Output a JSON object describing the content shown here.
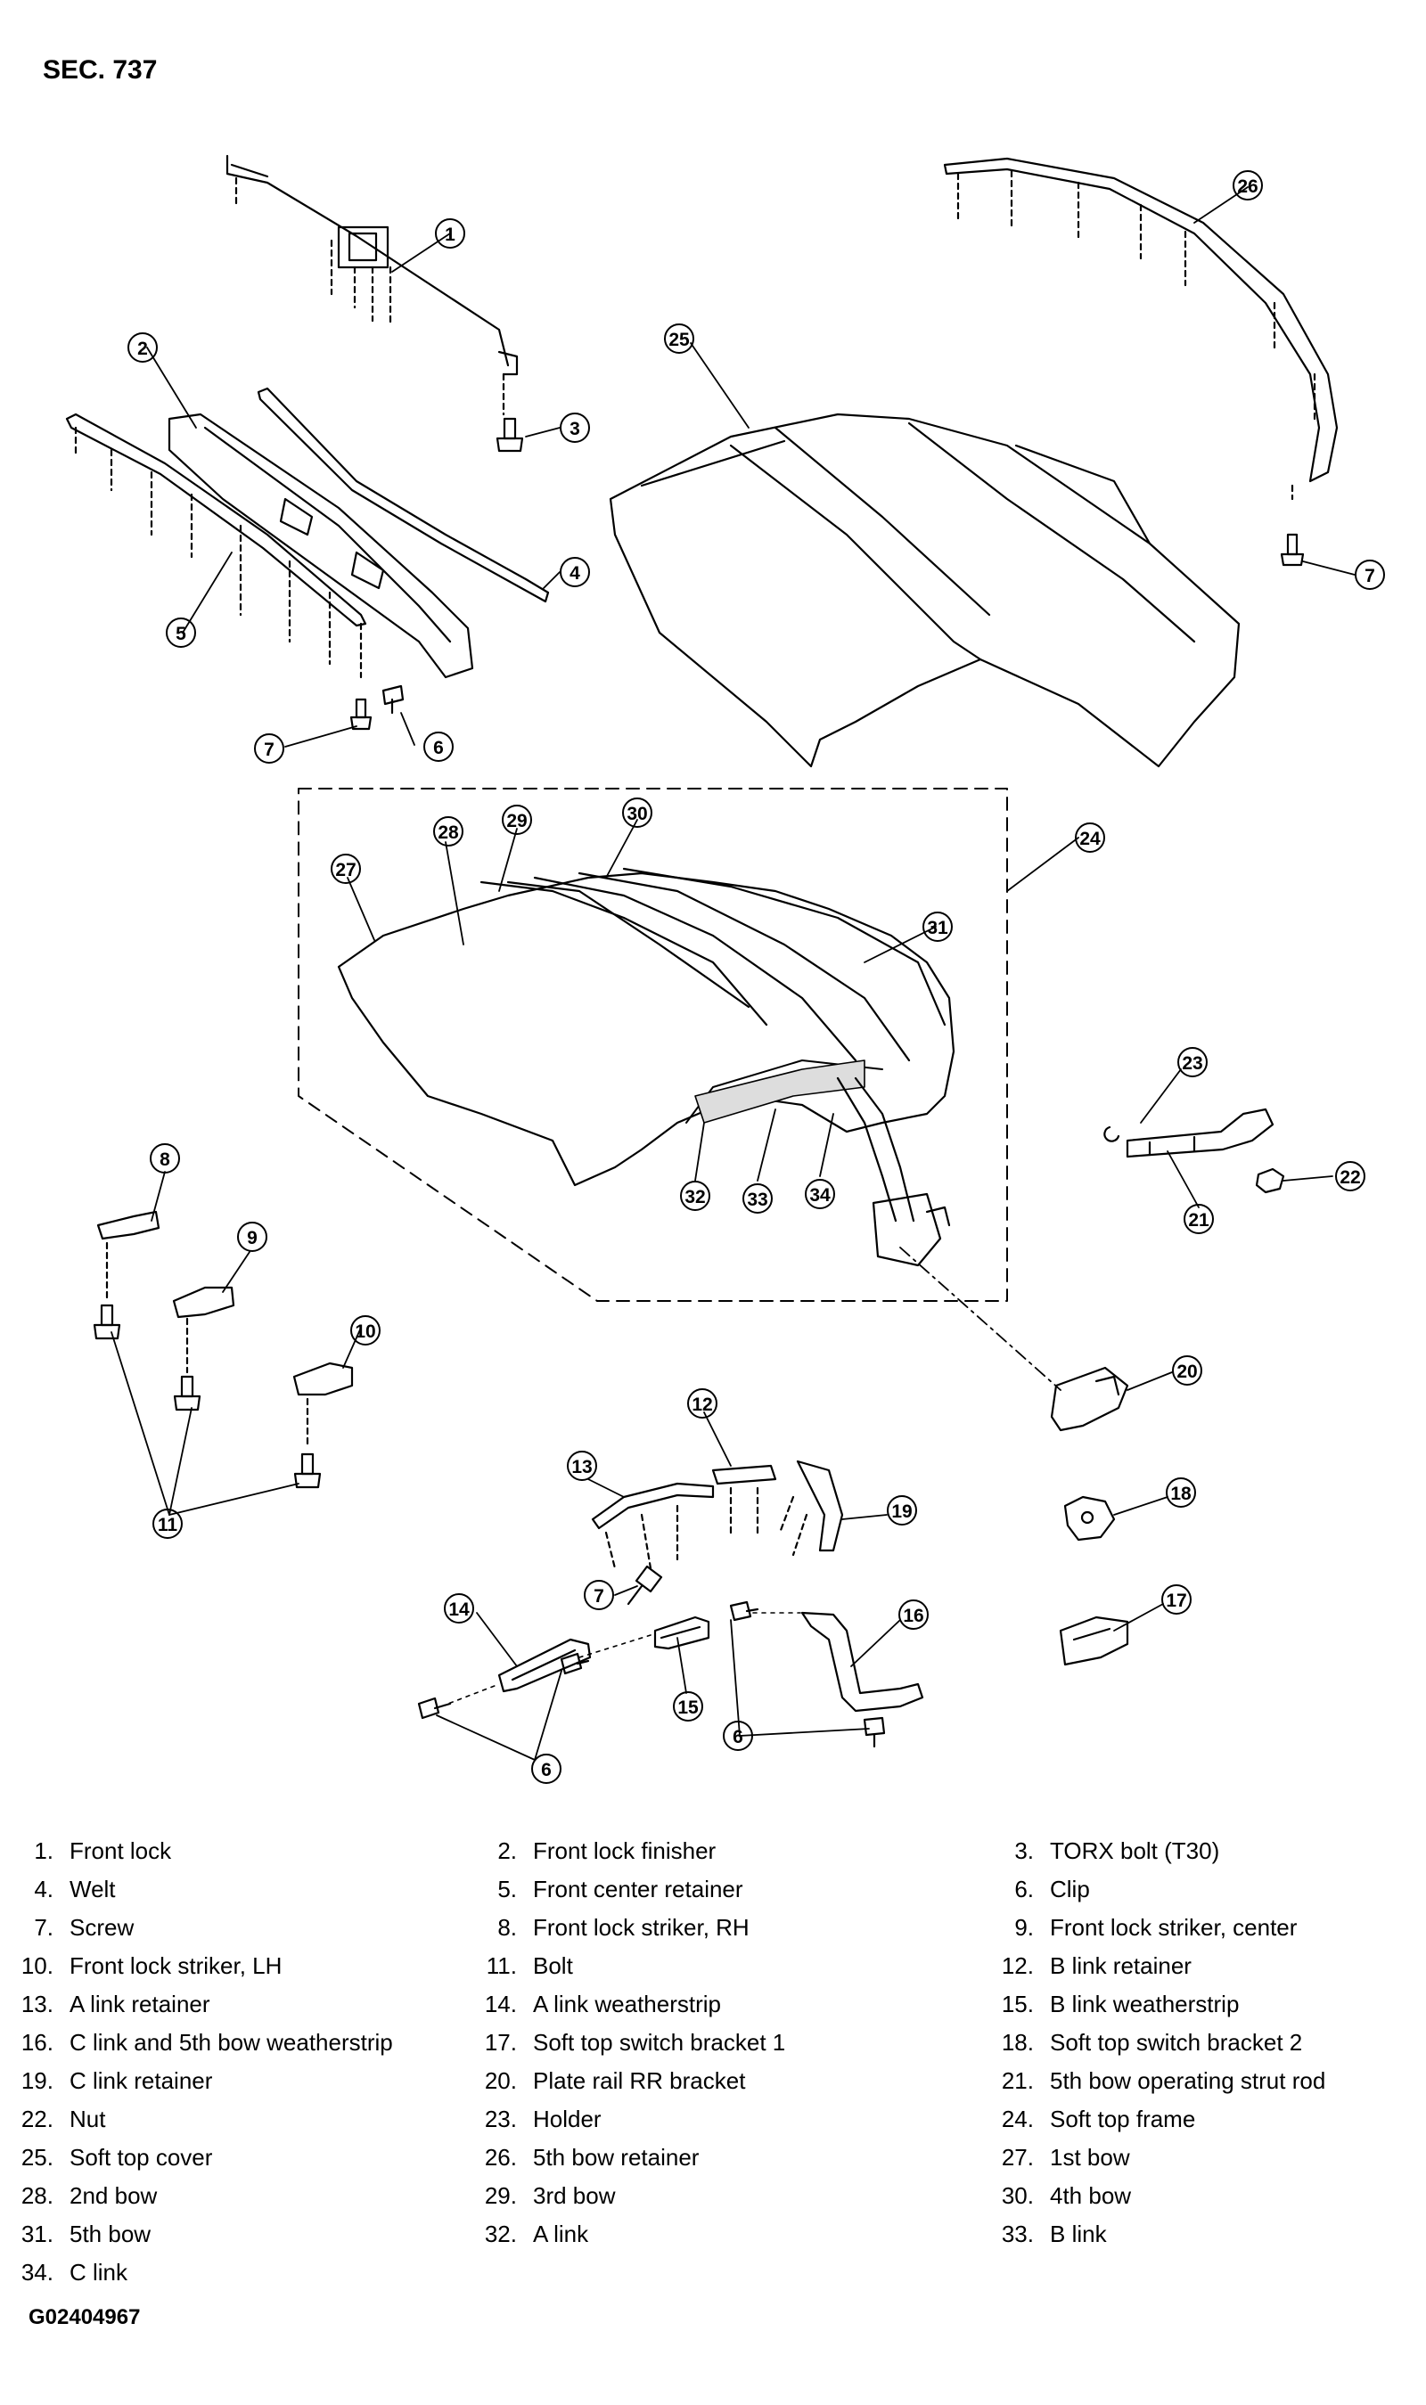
{
  "section_title": "SEC. 737",
  "figure_id": "G02404967",
  "callouts": [
    "1",
    "2",
    "3",
    "4",
    "5",
    "6",
    "7",
    "8",
    "9",
    "10",
    "11",
    "12",
    "13",
    "14",
    "15",
    "16",
    "17",
    "18",
    "19",
    "20",
    "21",
    "22",
    "23",
    "24",
    "25",
    "26",
    "27",
    "28",
    "29",
    "30",
    "31",
    "32",
    "33",
    "34"
  ],
  "parts": [
    {
      "num": "1.",
      "name": "Front lock"
    },
    {
      "num": "2.",
      "name": "Front lock finisher"
    },
    {
      "num": "3.",
      "name": "TORX bolt (T30)"
    },
    {
      "num": "4.",
      "name": "Welt"
    },
    {
      "num": "5.",
      "name": "Front center retainer"
    },
    {
      "num": "6.",
      "name": "Clip"
    },
    {
      "num": "7.",
      "name": "Screw"
    },
    {
      "num": "8.",
      "name": "Front lock striker, RH"
    },
    {
      "num": "9.",
      "name": "Front lock striker, center"
    },
    {
      "num": "10.",
      "name": "Front lock striker, LH"
    },
    {
      "num": "11.",
      "name": "Bolt"
    },
    {
      "num": "12.",
      "name": "B link retainer"
    },
    {
      "num": "13.",
      "name": "A link retainer"
    },
    {
      "num": "14.",
      "name": "A link weatherstrip"
    },
    {
      "num": "15.",
      "name": "B link weatherstrip"
    },
    {
      "num": "16.",
      "name": "C link and 5th bow weatherstrip"
    },
    {
      "num": "17.",
      "name": "Soft top switch bracket 1"
    },
    {
      "num": "18.",
      "name": "Soft top switch bracket 2"
    },
    {
      "num": "19.",
      "name": "C link retainer"
    },
    {
      "num": "20.",
      "name": "Plate rail RR bracket"
    },
    {
      "num": "21.",
      "name": "5th bow operating strut rod"
    },
    {
      "num": "22.",
      "name": "Nut"
    },
    {
      "num": "23.",
      "name": "Holder"
    },
    {
      "num": "24.",
      "name": "Soft top frame"
    },
    {
      "num": "25.",
      "name": "Soft top cover"
    },
    {
      "num": "26.",
      "name": "5th bow retainer"
    },
    {
      "num": "27.",
      "name": "1st bow"
    },
    {
      "num": "28.",
      "name": "2nd bow"
    },
    {
      "num": "29.",
      "name": "3rd bow"
    },
    {
      "num": "30.",
      "name": "4th bow"
    },
    {
      "num": "31.",
      "name": "5th bow"
    },
    {
      "num": "32.",
      "name": "A link"
    },
    {
      "num": "33.",
      "name": "B link"
    },
    {
      "num": "34.",
      "name": "C link"
    }
  ]
}
